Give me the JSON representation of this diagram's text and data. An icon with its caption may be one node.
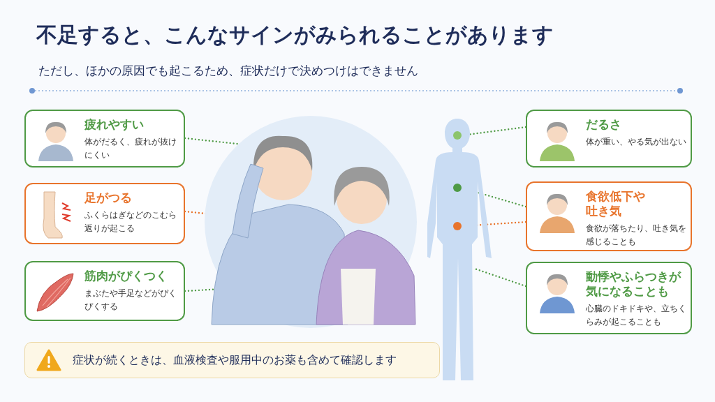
{
  "diagram": {
    "title": "不足すると、こんなサインがみられることがあります",
    "nodes": [
      {
        "text": [
          "疲れやすい",
          "体がだるく、疲れが抜けにくい"
        ]
      },
      {
        "text": [
          "足がつる",
          "ふくらはぎなどのこむら返りが起こる"
        ]
      },
      {
        "text": [
          "筋肉がぴくつく",
          "まぶたや手足などがぴくぴくする"
        ]
      },
      {
        "text": [],
        "shape": "picture"
      },
      {
        "text": [],
        "shape": "person"
      },
      {
        "text": [],
        "shape": "circle",
        "in": 4
      },
      {
        "text": [],
        "shape": "circle",
        "in": 4
      },
      {
        "text": [],
        "shape": "circle",
        "in": 4
      },
      {
        "text": [
          "だるさ",
          "体が重い、やる気が出ない"
        ]
      },
      {
        "text": [
          "食欲低下や吐き気",
          "食欲が落ちたり、吐き気を感じることも"
        ]
      },
      {
        "text": [
          "動悸やふらつきが気になることも",
          "心臓のドキドキや、立ちくらみが起こることも"
        ]
      },
      {
        "text": [
          "症状が続くときは、血液検査や服用中のお薬も含めて確認します"
        ]
      }
    ],
    "edges": [
      {
        "from": 0,
        "to": 3,
        "arrow": "none",
        "style": "dashed"
      },
      {
        "from": 1,
        "to": 3,
        "arrow": "none",
        "style": "dashed",
        "color": "#e8742c"
      },
      {
        "from": 2,
        "to": 3,
        "arrow": "none",
        "style": "dashed"
      },
      {
        "from": 8,
        "to": 5,
        "arrow": "none",
        "style": "dashed"
      },
      {
        "from": 9,
        "to": 6,
        "arrow": "none",
        "style": "dashed"
      },
      {
        "from": 9,
        "to": 7,
        "arrow": "none",
        "style": "dashed",
        "color": "#e8742c"
      },
      {
        "from": 10,
        "to": 4,
        "arrow": "none",
        "style": "dashed"
      }
    ],
    "labels": [
      "ただし、ほかの原因でも起こるため、症状だけで決めつけはできません"
    ]
  }
}
